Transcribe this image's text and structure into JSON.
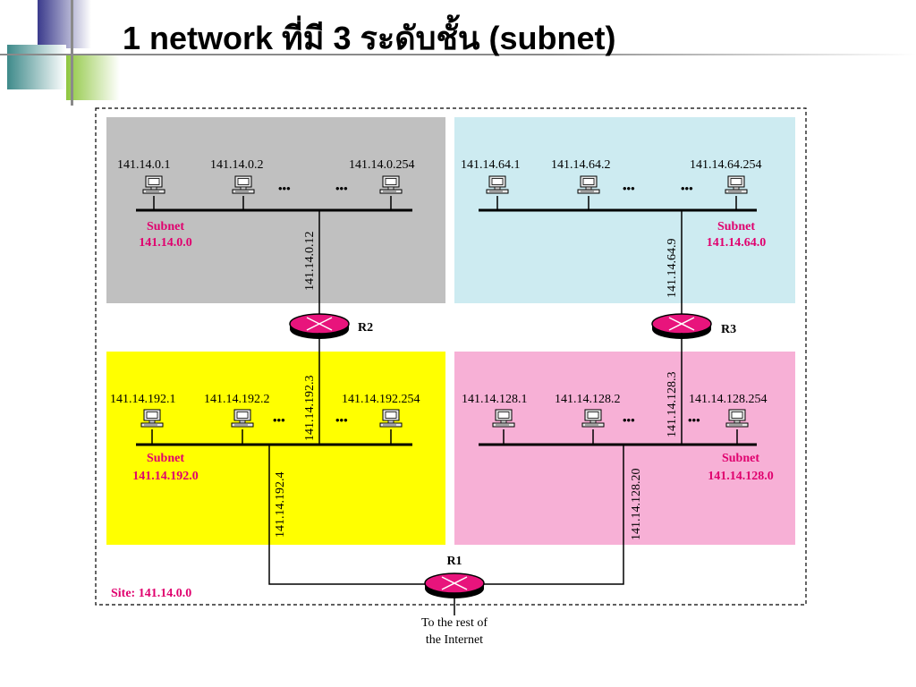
{
  "slide": {
    "title": "1 network ที่มี 3 ระดับชั้น (subnet)",
    "colors": {
      "subnet_0": "#c0c0c0",
      "subnet_64": "#cdebf1",
      "subnet_192": "#ffff00",
      "subnet_128": "#f7b0d6",
      "accent_label": "#e0006e",
      "router": "#e8147c"
    }
  },
  "diagram": {
    "site_label": "Site: 141.14.0.0",
    "internet_label_line1": "To the rest of",
    "internet_label_line2": "the Internet",
    "ellipsis": "•••",
    "routers": {
      "r1": "R1",
      "r2": "R2",
      "r3": "R3"
    },
    "subnets": {
      "s0": {
        "label": "Subnet",
        "address": "141.14.0.0",
        "hosts": [
          "141.14.0.1",
          "141.14.0.2",
          "141.14.0.254"
        ],
        "router_link": "141.14.0.12"
      },
      "s64": {
        "label": "Subnet",
        "address": "141.14.64.0",
        "hosts": [
          "141.14.64.1",
          "141.14.64.2",
          "141.14.64.254"
        ],
        "router_link": "141.14.64.9"
      },
      "s192": {
        "label": "Subnet",
        "address": "141.14.192.0",
        "hosts": [
          "141.14.192.1",
          "141.14.192.2",
          "141.14.192.254"
        ],
        "router_link_r2": "141.14.192.3",
        "router_link_r1": "141.14.192.4"
      },
      "s128": {
        "label": "Subnet",
        "address": "141.14.128.0",
        "hosts": [
          "141.14.128.1",
          "141.14.128.2",
          "141.14.128.254"
        ],
        "router_link_r3": "141.14.128.3",
        "router_link_r1": "141.14.128.20"
      }
    }
  }
}
